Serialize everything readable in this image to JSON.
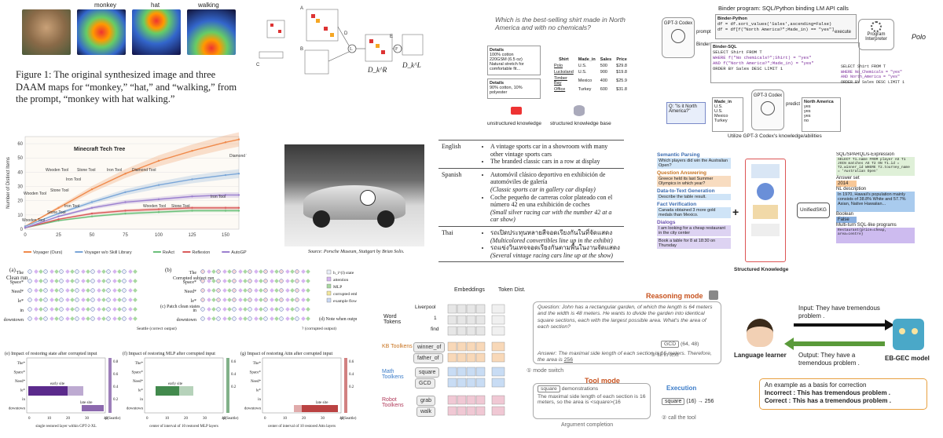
{
  "daam": {
    "labels": [
      "monkey",
      "hat",
      "walking"
    ],
    "caption": "Figure 1: The original synthesized image and three DAAM maps for “monkey,” “hat,” and “walking,” from the prompt, “monkey with hat walking.”"
  },
  "minecraft": {
    "title": "Minecraft Tech Tree",
    "ylabel": "Number of Distinct Items",
    "annotations": [
      "Wooden Tool",
      "Stone Tool",
      "Iron Tool",
      "Diamond Tool",
      "Wooden Tool",
      "Stone Tool",
      "Iron Tool",
      "Diamond Tool",
      "Wooden Tool",
      "Stone Tool",
      "Iron Tool",
      "Wooden Tool",
      "Stone Tool",
      "Iron Tool"
    ],
    "legend": [
      "Voyager (Ours)",
      "Voyager w/o Skill Library",
      "ReAct",
      "Reflexion",
      "AutoGPT"
    ],
    "legend_colors": [
      "#f08a4b",
      "#7aa6d8",
      "#6bbf7a",
      "#d95b5b",
      "#9b7fcf"
    ],
    "chart_data": {
      "type": "line",
      "x_ticks": [
        "0",
        "25",
        "50",
        "75",
        "100",
        "125",
        "150"
      ],
      "y_ticks": [
        "0",
        "10",
        "20",
        "30",
        "40",
        "50",
        "60"
      ],
      "ylim": [
        0,
        65
      ],
      "xlim": [
        0,
        160
      ],
      "series": [
        {
          "name": "Voyager (Ours)",
          "x": [
            0,
            25,
            50,
            75,
            100,
            125,
            150,
            160
          ],
          "values": [
            2,
            15,
            28,
            39,
            48,
            55,
            61,
            63
          ]
        },
        {
          "name": "Voyager w/o Skill Library",
          "x": [
            0,
            25,
            50,
            75,
            100,
            125,
            150,
            160
          ],
          "values": [
            2,
            11,
            19,
            26,
            31,
            35,
            38,
            39
          ]
        },
        {
          "name": "ReAct",
          "x": [
            0,
            25,
            50,
            75,
            100,
            125,
            150,
            160
          ],
          "values": [
            1,
            6,
            9,
            11,
            12,
            13,
            13,
            13
          ]
        },
        {
          "name": "Reflexion",
          "x": [
            0,
            25,
            50,
            75,
            100,
            125,
            150,
            160
          ],
          "values": [
            1,
            7,
            11,
            13,
            14,
            15,
            15,
            15
          ]
        },
        {
          "name": "AutoGPT",
          "x": [
            0,
            25,
            50,
            75,
            100,
            125,
            150,
            160
          ],
          "values": [
            1,
            9,
            15,
            19,
            21,
            23,
            24,
            24
          ]
        }
      ]
    }
  },
  "tracing": {
    "labels": [
      "(a)",
      "Clean run",
      "(b)",
      "Corrupted subject run",
      "(c) Patch clean states",
      "(d) Note when output is fixed"
    ],
    "tokens": [
      "The",
      "Space*",
      "Need*",
      "le*",
      "in",
      "downtown"
    ],
    "outputs": [
      "Seattle (correct output)",
      "? (corrupted output)"
    ],
    "legend": [
      "h_i^(l) state",
      "attention",
      "MLP",
      "corrupted embedding",
      "example flow"
    ],
    "panels": [
      {
        "title": "(e) Impact of restoring state after corrupted input",
        "xlabel": "single restored layer within GPT-2-XL",
        "note": "p(Seattle)",
        "color": "#5b2a8c",
        "annotations": [
          "early site",
          "late site"
        ],
        "ticks": [
          "0.8",
          "0.6",
          "0.4",
          "0.2"
        ]
      },
      {
        "title": "(f) Impact of restoring MLP after corrupted input",
        "xlabel": "center of interval of 10 restored MLP layers",
        "note": "p(Seattle)",
        "color": "#2d7d3a",
        "annotations": [
          "early site"
        ],
        "ticks": [
          "0.6",
          "0.4",
          "0.2"
        ]
      },
      {
        "title": "(g) Impact of restoring Attn after corrupted input",
        "xlabel": "center of interval of 10 restored Attn layers",
        "note": "p(Seattle)",
        "color": "#b22d2d",
        "annotations": [
          "late site"
        ],
        "ticks": [
          "0.6",
          "0.4",
          "0.2"
        ]
      }
    ],
    "xticks": [
      "0",
      "10",
      "20",
      "30",
      "40"
    ],
    "rows": [
      "The*",
      "Space*",
      "Need*",
      "le*",
      "in",
      "downtown"
    ]
  },
  "tensor": {
    "labels": [
      "A",
      "B",
      "C",
      "D",
      "E",
      "F",
      "L"
    ],
    "outputs": [
      "D_k^R",
      "D_k^L"
    ]
  },
  "car": {
    "source": "Source: Porsche Museum, Stuttgart by Brian Solis."
  },
  "translation": {
    "rows": [
      {
        "lang": "English",
        "items": [
          "A vintage sports car in a showroom with many other vintage sports cars",
          "The branded classic cars in a row at display"
        ]
      },
      {
        "lang": "Spanish",
        "items": [
          "Automóvil clásico deportivo en exhibición de automóviles de galería",
          "(Classic sports car in gallery car display)",
          "Coche pequeño de carreras color plateado con el número 42 en una exhibición de coches",
          "(Small silver racing car with the number 42 at a car show)"
        ]
      },
      {
        "lang": "Thai",
        "items": [
          "รถเปิดประทุนหลายสีจอดเรียงกันในที่จัดแสดง",
          "(Multicolored convertibles line up in the exhibit)",
          "รถแข่งวินเทจจอดเรียงกันตามพื้นในงานจัดแสดง",
          "(Several vintage racing cars line up at the show)"
        ]
      }
    ]
  },
  "shirt": {
    "question": "Which is the best-selling shirt made in North America and with no chemicals?",
    "details_title": "Details",
    "details": [
      "100% cotton",
      "220GSM (6.5 oz)",
      "Natural stretch for comfortable fit..."
    ],
    "details2_title": "Details",
    "details2": [
      "90% cotton, 10% polyester"
    ],
    "table_header": [
      "Shirt",
      "Made_in",
      "Sales",
      "Price"
    ],
    "table_rows": [
      [
        "Polo",
        "U.S.",
        "500",
        "$29.8"
      ],
      [
        "Lucksland",
        "U.S.",
        "900",
        "$19.8"
      ],
      [
        "Timber Bay",
        "Mexico",
        "400",
        "$25.9"
      ],
      [
        "Office",
        "Turkey",
        "600",
        "$31.8"
      ]
    ],
    "captions": [
      "unstructured knowledge",
      "structured knowledge base"
    ]
  },
  "binder": {
    "title": "Binder program: SQL/Python binding LM API calls",
    "codex": "GPT-3 Codex",
    "prompt": "prompt",
    "parsing": "Binder parsing",
    "execute": "execute",
    "interpreter": "Program Interpreter",
    "answer": "Polo",
    "python_title": "Binder-Python",
    "python_lines": [
      "df = df.sort_values('Sales',ascending=False)",
      "df = df[f(\"North America?\";Made_in) == \"yes\"]"
    ],
    "sql_title": "Binder-SQL",
    "sql_lines": [
      "SELECT Shirt FROM T",
      "WHERE  f(\"No chemicals?\";Shirt) = \"yes\"",
      "AND  f(\"North America?\";Made_in) = \"yes\"",
      "ORDER BY Sales DESC LIMIT 1"
    ],
    "question_box": "Q: \"Is it North America?\"",
    "made_in_header": "Made_in",
    "made_in": [
      "U.S.",
      "U.S.",
      "Mexico",
      "Turkey"
    ],
    "predict": "predict",
    "result_header": "North America",
    "result": [
      "yes",
      "yes",
      "yes",
      "no"
    ],
    "caption": "Utilize GPT-3 Codex's knowledge/abilities",
    "right_sql": [
      "SELECT Shirt FROM T",
      "WHERE No_Chemicals = \"yes\"",
      "AND North_America = \"yes\"",
      "ORDER BY Sales DESC LIMIT 1"
    ]
  },
  "unified": {
    "tasks": [
      {
        "title": "Semantic Parsing",
        "text": "Which players did win the Australian Open?"
      },
      {
        "title": "Question Answering",
        "text": "Greece held its last Summer Olympics in which year?"
      },
      {
        "title": "Data-to-Text Generation",
        "text": "Describe the table result."
      },
      {
        "title": "Fact Verification",
        "text": "Canada obtained 3 more gold medals than Mexico."
      },
      {
        "title": "Dialogs",
        "text": "I am looking for a cheap restaurant in the city center"
      },
      {
        "title": "",
        "text": "Book a table for 8 at 18:30 on Thursday"
      }
    ],
    "structured_label": "Structured Knowledge",
    "model": "UnifiedSKG",
    "outputs": [
      {
        "title": "SQL/SPARQL/s-Expression",
        "text": "SELECT T1.name FROM player AS T1 JOIN matches AS T2 ON T1.id = T2.winner_id WHERE T2.tourney_name = 'Australian Open'"
      },
      {
        "title": "Answer set",
        "text": "2014"
      },
      {
        "title": "NL description",
        "text": "In 1970, Hawaii's population mainly consists of 38.8% White and 57.7% Asian, Native Hawaiian..."
      },
      {
        "title": "Boolean",
        "text": "False"
      },
      {
        "title": "Multi-turn SQL-like programs",
        "text": "Restaurant{price=cheap, area=centre}"
      }
    ]
  },
  "toolken": {
    "embeddings": "Embeddings",
    "tokendist": "Token Dist.",
    "word_tokens": "Word Tokens",
    "words": [
      "Liverpool",
      "1",
      "find"
    ],
    "kb": "KB Toolkens",
    "kb_items": [
      "winner_of",
      "father_of"
    ],
    "math": "Math Toolkens",
    "math_items": [
      "square",
      "GCD"
    ],
    "robot": "Robot Toolkens",
    "robot_items": [
      "grab",
      "walk"
    ],
    "reasoning_mode": "Reasoning mode",
    "question": "Question: John has a rectangular garden, of which the length is 64 meters and the width is 48 meters. He wants to divide the garden into identical square sections, each with the largest possible area. What's the area of each section?",
    "gcd_call": "GCD",
    "gcd_args": "(64, 48)",
    "answer": "Answer: The maximal side length of each section is 16 meters. Therefore, the area is",
    "answer_value": "256",
    "step1": "① mode switch",
    "step2": "② call the tool",
    "step3": "③ fill in text",
    "tool_mode": "Tool mode",
    "demos": "demonstrations",
    "square": "square",
    "tool_text": "The maximal side length of each section is 16 meters, so the area is <square>(16",
    "arg_completion": "Argument completion",
    "execution": "Execution",
    "exec_square": "square",
    "exec_arg": "(16)",
    "exec_result": "256"
  },
  "gec": {
    "learner": "Language learner",
    "model": "EB-GEC model",
    "input": "Input: They have tremendous problem .",
    "output": "Output: They have a tremendous problem .",
    "example_intro": "An example as a basis for correction",
    "incorrect": "Incorrect : This has tremendous problem .",
    "correct": "Correct : This has a tremendous problem ."
  }
}
